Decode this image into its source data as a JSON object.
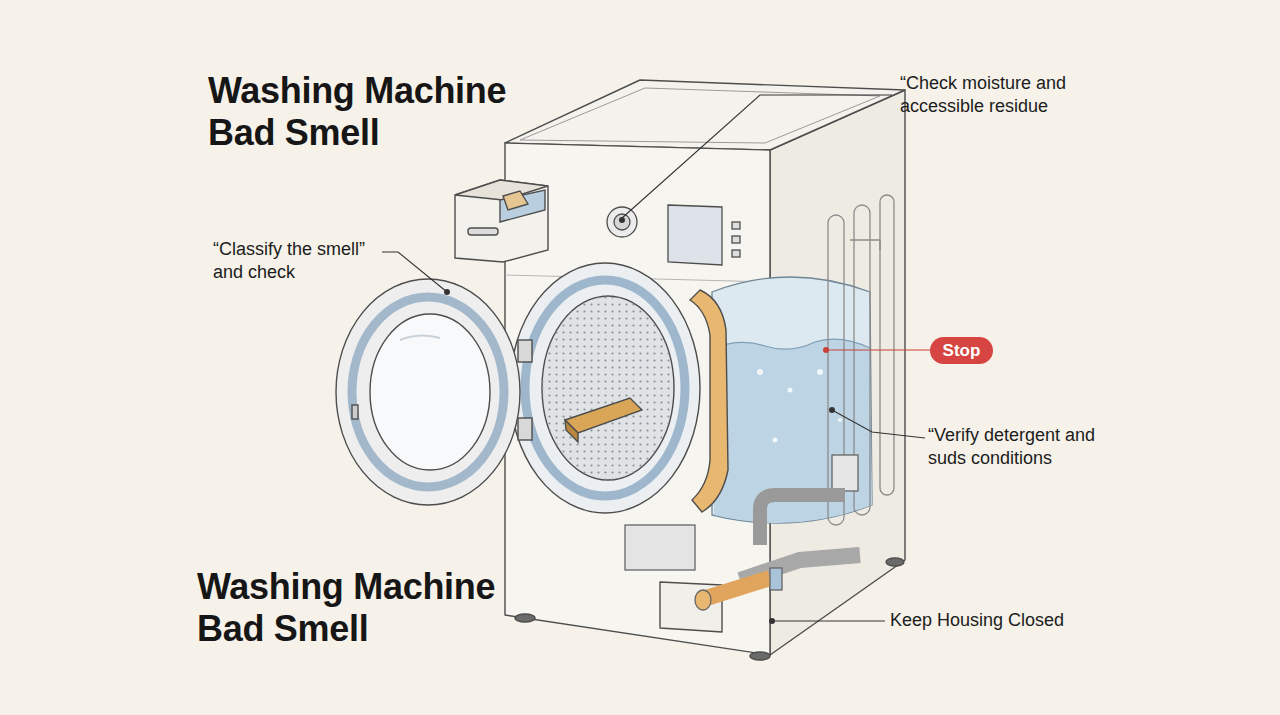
{
  "diagram": {
    "title": "Washing Machine Bad Smell",
    "nodes": [
      {
        "text": [
          "Stop"
        ]
      }
    ],
    "labels": [
      "“Check moisture and accessible residue",
      "“Classify the smell” and check",
      "“Verify detergent and suds conditions",
      "Washing Machine Bad Smell",
      "Keep Housing Closed"
    ]
  }
}
